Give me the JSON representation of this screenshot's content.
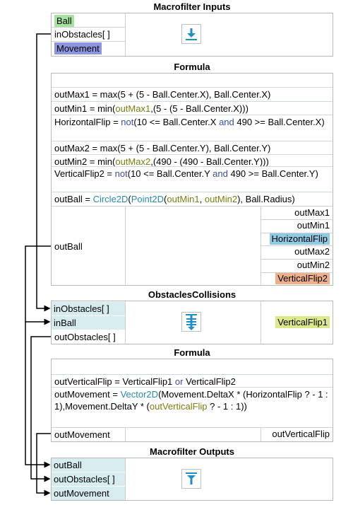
{
  "inputs": {
    "title": "Macrofilter Inputs",
    "ports": [
      "Ball",
      "inObstacles[ ]",
      "Movement"
    ]
  },
  "formula1": {
    "title": "Formula",
    "lines": [
      [
        {
          "t": "outMax1 = max(5 + (5 - Ball.Center.X), Ball.Center.X)",
          "c": ""
        }
      ],
      [
        {
          "t": "outMin1 = min(",
          "c": ""
        },
        {
          "t": "outMax1",
          "c": "var"
        },
        {
          "t": ",(5 - (5 - Ball.Center.X)))",
          "c": ""
        }
      ],
      [
        {
          "t": "HorizontalFlip = ",
          "c": ""
        },
        {
          "t": "not",
          "c": "kw"
        },
        {
          "t": "(10 <= Ball.Center.X ",
          "c": ""
        },
        {
          "t": "and",
          "c": "kw"
        },
        {
          "t": " 490 >= Ball.Center.X)",
          "c": ""
        }
      ],
      [
        {
          "t": "outMax2 = max(5 + (5 - Ball.Center.Y), Ball.Center.Y)",
          "c": ""
        }
      ],
      [
        {
          "t": "outMin2 = min(",
          "c": ""
        },
        {
          "t": "outMax2",
          "c": "var"
        },
        {
          "t": ",(490 - (490 - Ball.Center.Y)))",
          "c": ""
        }
      ],
      [
        {
          "t": "VerticalFlip2 = ",
          "c": ""
        },
        {
          "t": "not",
          "c": "kw"
        },
        {
          "t": "(10 <= Ball.Center.Y ",
          "c": ""
        },
        {
          "t": "and",
          "c": "kw"
        },
        {
          "t": " 490 >= Ball.Center.Y)",
          "c": ""
        }
      ],
      [
        {
          "t": "outBall = ",
          "c": ""
        },
        {
          "t": "Circle2D",
          "c": "fn"
        },
        {
          "t": "(",
          "c": ""
        },
        {
          "t": "Point2D",
          "c": "fn"
        },
        {
          "t": "(",
          "c": ""
        },
        {
          "t": "outMin1",
          "c": "var"
        },
        {
          "t": ", ",
          "c": ""
        },
        {
          "t": "outMin2",
          "c": "var"
        },
        {
          "t": "), Ball.Radius)",
          "c": ""
        }
      ]
    ],
    "input_port": "outBall",
    "outputs": [
      "outMax1",
      "outMin1",
      "HorizontalFlip",
      "outMax2",
      "outMin2",
      "VerticalFlip2"
    ]
  },
  "collisions": {
    "title": "ObstaclesCollisions",
    "inputs": [
      "inObstacles[ ]",
      "inBall",
      "outObstacles[ ]"
    ],
    "output": "VerticalFlip1"
  },
  "formula2": {
    "title": "Formula",
    "lines": [
      [
        {
          "t": "outVerticalFlip = VerticalFlip1 ",
          "c": ""
        },
        {
          "t": "or",
          "c": "kw"
        },
        {
          "t": " VerticalFlip2",
          "c": ""
        }
      ],
      [
        {
          "t": "outMovement = ",
          "c": ""
        },
        {
          "t": "Vector2D",
          "c": "fn"
        },
        {
          "t": "(Movement.DeltaX * (HorizontalFlip ? - 1 : 1),Movement.DeltaY * (",
          "c": ""
        },
        {
          "t": "outVerticalFlip",
          "c": "var"
        },
        {
          "t": " ? - 1 : 1))",
          "c": ""
        }
      ]
    ],
    "input_port": "outMovement",
    "output": "outVerticalFlip"
  },
  "outputs": {
    "title": "Macrofilter Outputs",
    "ports": [
      "outBall",
      "outObstacles[ ]",
      "outMovement"
    ]
  },
  "colors": {
    "ball": "#a6e3a0",
    "movement": "#8e95e0",
    "horizontal_flip": "#8fc9e3",
    "vertical_flip2": "#eeb08b",
    "vertical_flip1": "#dde88a",
    "port_bg": "#d6ecef",
    "icon_blue": "#1f8ec7"
  }
}
